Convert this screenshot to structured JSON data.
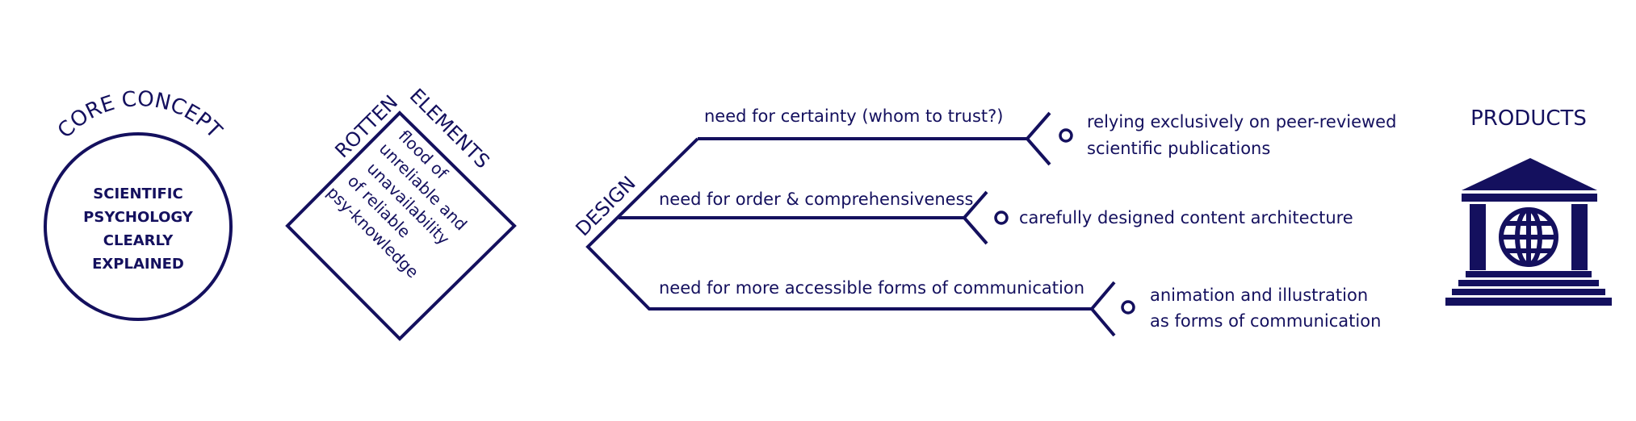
{
  "colors": {
    "ink": "#14105e",
    "background": "#ffffff"
  },
  "core": {
    "heading": "CORE CONCEPT",
    "lines": [
      "SCIENTIFIC",
      "PSYCHOLOGY",
      "CLEARLY",
      "EXPLAINED"
    ]
  },
  "rotten": {
    "heading_left": "ROTTEN",
    "heading_right": "ELEMENTS",
    "lines": [
      "flood of",
      "unreliable and",
      "unavailability",
      "of reliable",
      "psy-knowledge"
    ]
  },
  "design": {
    "heading": "DESIGN",
    "branches": [
      {
        "need": "need for certainty (whom to trust?)",
        "answer_lines": [
          "relying exclusively on peer-reviewed",
          "scientific publications"
        ]
      },
      {
        "need": "need for order & comprehensiveness",
        "answer_lines": [
          "carefully designed content architecture"
        ]
      },
      {
        "need": "need for more accessible forms of communication",
        "answer_lines": [
          "animation and illustration",
          "as forms of communication"
        ]
      }
    ]
  },
  "products": {
    "heading": "PRODUCTS",
    "icon": "institution-globe-icon"
  }
}
